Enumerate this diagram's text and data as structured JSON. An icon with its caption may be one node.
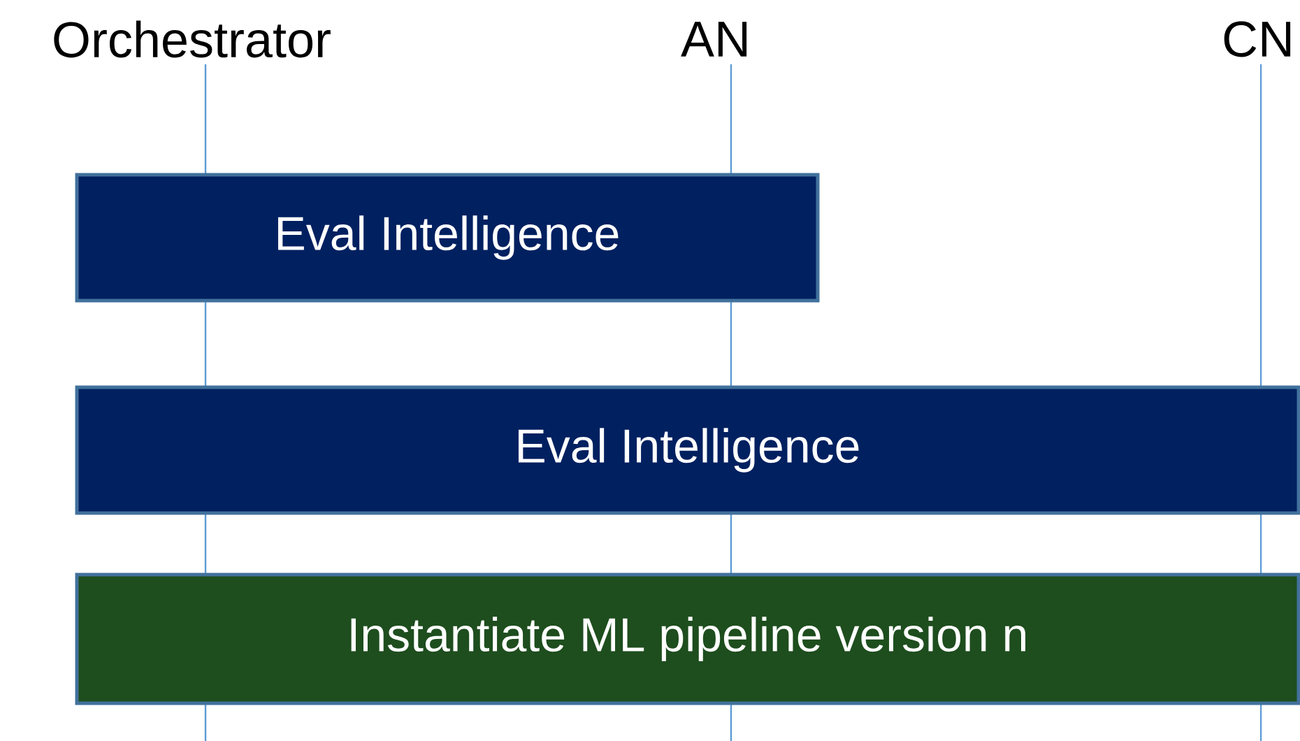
{
  "diagram": {
    "nodes": [
      {
        "text": [
          "Eval Intelligence"
        ]
      },
      {
        "text": [
          "Eval Intelligence"
        ]
      },
      {
        "text": [
          "Instantiate ML pipeline version n"
        ]
      }
    ],
    "labels": [
      "Orchestrator",
      "AN",
      "CN"
    ]
  }
}
